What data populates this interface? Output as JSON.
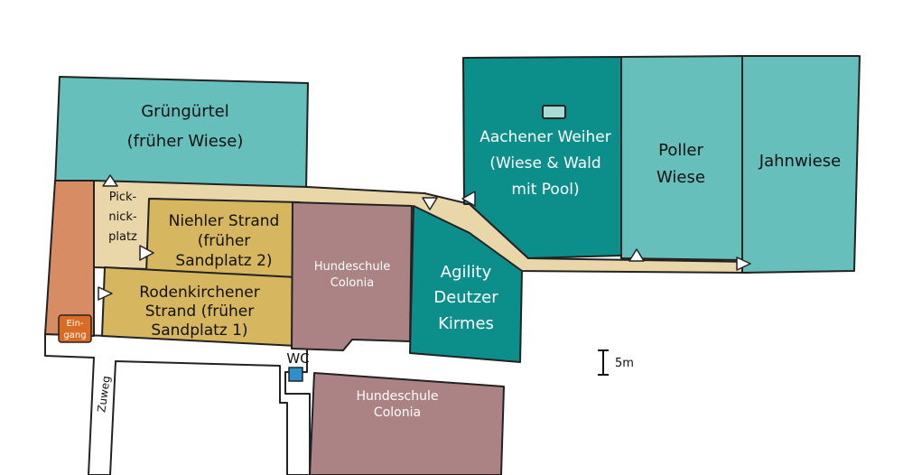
{
  "colors": {
    "teal_light": "#67bfbb",
    "teal_dark": "#0c8f8b",
    "sand": "#d6b75f",
    "path": "#ead7a9",
    "mauve": "#ab8384",
    "entrance_orange": "#d88c63",
    "entrance_badge": "#d86c25",
    "wc_blue": "#2f8fcb"
  },
  "areas": {
    "gruenguertel": {
      "line1": "Grüngürtel",
      "line2": "(früher Wiese)"
    },
    "picknickplatz": {
      "line1": "Pick-",
      "line2": "nick-",
      "line3": "platz"
    },
    "niehler": {
      "line1": "Niehler Strand",
      "line2": "(früher",
      "line3": "Sandplatz 2)"
    },
    "rodenkirchener": {
      "line1": "Rodenkirchener",
      "line2": "Strand (früher",
      "line3": "Sandplatz 1)"
    },
    "hundeschule_top": {
      "line1": "Hundeschule",
      "line2": "Colonia"
    },
    "hundeschule_bottom": {
      "line1": "Hundeschule",
      "line2": "Colonia"
    },
    "agility": {
      "line1": "Agility",
      "line2": "Deutzer",
      "line3": "Kirmes"
    },
    "aachener": {
      "line1": "Aachener Weiher",
      "line2": "(Wiese & Wald",
      "line3": "mit Pool)"
    },
    "poller": {
      "line1": "Poller",
      "line2": "Wiese"
    },
    "jahnwiese": {
      "line1": "Jahnwiese"
    }
  },
  "entrance": {
    "line1": "Ein-",
    "line2": "gang"
  },
  "wc": {
    "label": "WC"
  },
  "zuweg": {
    "label": "Zuweg"
  },
  "scale": {
    "label": "5m"
  }
}
